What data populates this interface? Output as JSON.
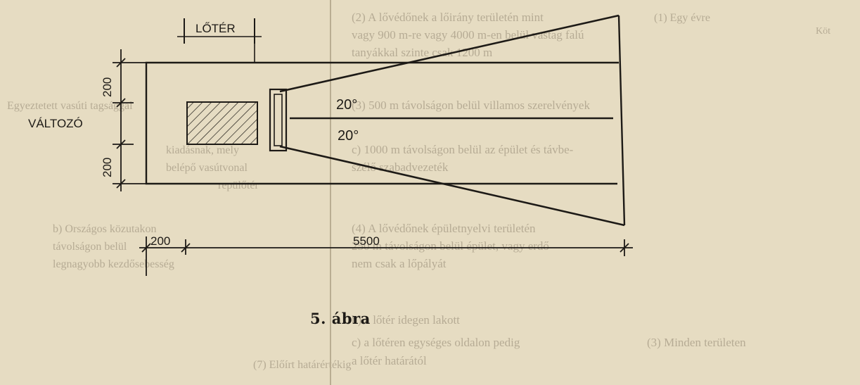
{
  "diagram": {
    "label_loter": "LŐTÉR",
    "label_valtozo": "VÁLTOZÓ",
    "dim_200_top": "200",
    "dim_200_bottom": "200",
    "dim_200_horizontal": "200",
    "dim_5500": "5500",
    "angle_upper": "20°",
    "angle_lower": "20°"
  },
  "caption": "5. ábra",
  "background_text": [
    "(2) A lővédőnek a lőirány területén mint",
    "vagy 900 m-re vagy 4000 m-en belül vastag falú",
    "tanyákkal szinte csak 1200 m",
    "(3) 500 m távolságon belül villamos szerelvények",
    "c) 1000 m távolságon belül az épület és távbe-",
    "szélő szabadvezeték",
    "(4) A lővédőnek épületnyelvi területén",
    "250 m távolságon belül épület, vagy erdő",
    "nem csak a lőpályát",
    "b) a lőtér idegen lakott",
    "c) a lőtéren egységes oldalon pedig",
    "a lőtér határától",
    "(3) Minden területen",
    "(1) Egy évre",
    "Egyeztetett vasúti tagsággal",
    "kiadásnak, mely",
    "belépő vasútvonal",
    "repülőtér",
    "b) Országos közutakon",
    "távolságon belül",
    "legnagyobb kezdősebesség",
    "(7) Előírt határértékig",
    "Köt"
  ]
}
